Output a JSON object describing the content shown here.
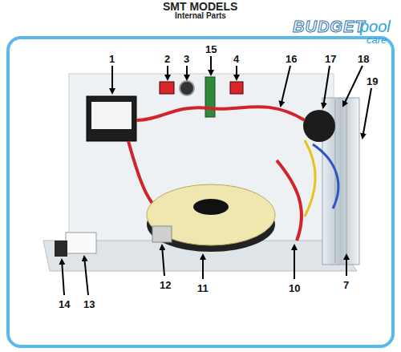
{
  "diagram": {
    "title": "SMT MODELS",
    "labels": [
      "Internal Parts",
      "BUDGET",
      "pool",
      "care",
      "1",
      "2",
      "3",
      "15",
      "4",
      "16",
      "17",
      "18",
      "19",
      "7",
      "10",
      "11",
      "12",
      "13",
      "14"
    ]
  }
}
